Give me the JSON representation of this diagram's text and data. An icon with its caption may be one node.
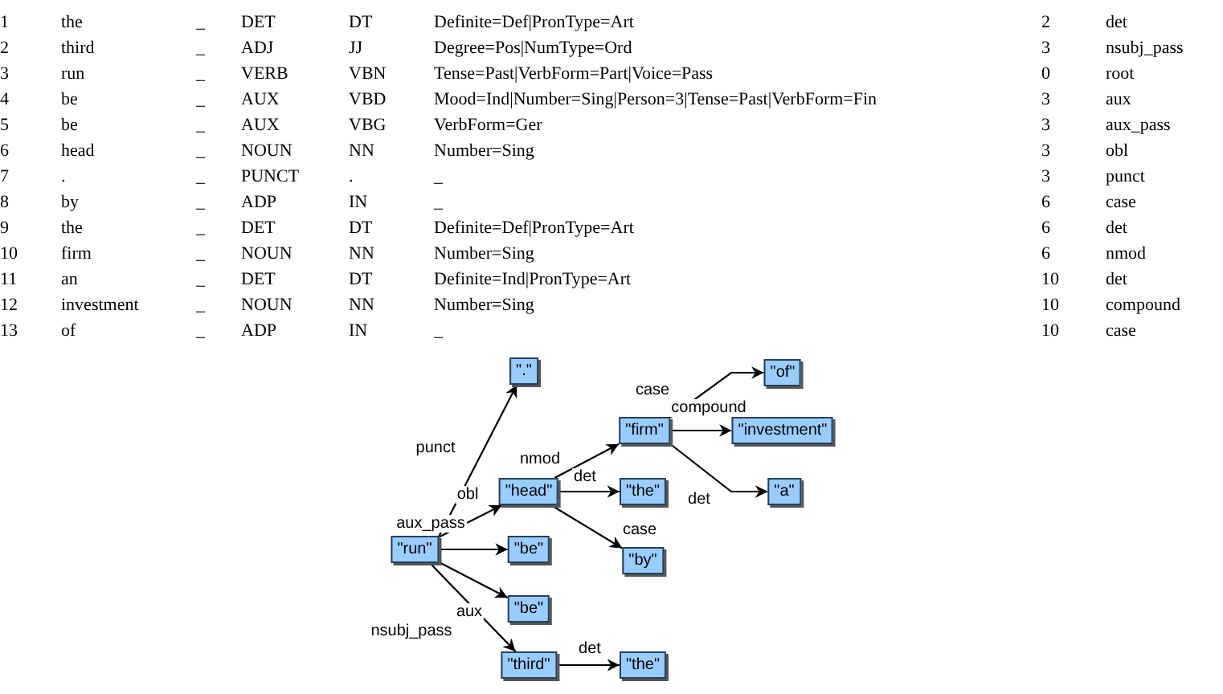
{
  "diagram": {
    "nodes": [
      {
        "text": [
          "\".\""
        ]
      },
      {
        "text": [
          "\"of\""
        ]
      },
      {
        "text": [
          "\"firm\""
        ]
      },
      {
        "text": [
          "\"investment\""
        ]
      },
      {
        "text": [
          "\"head\""
        ]
      },
      {
        "text": [
          "\"the\""
        ]
      },
      {
        "text": [
          "\"a\""
        ]
      },
      {
        "text": [
          "\"run\""
        ]
      },
      {
        "text": [
          "\"be\""
        ]
      },
      {
        "text": [
          "\"by\""
        ]
      },
      {
        "text": [
          "\"be\""
        ]
      },
      {
        "text": [
          "\"third\""
        ]
      },
      {
        "text": [
          "\"the\""
        ]
      }
    ],
    "edges": [
      {
        "from": 7,
        "to": 0,
        "arrow": "to",
        "label": "punct"
      },
      {
        "from": 7,
        "to": 4,
        "arrow": "to",
        "label": "obl"
      },
      {
        "from": 7,
        "to": 8,
        "arrow": "to",
        "label": "aux_pass"
      },
      {
        "from": 7,
        "to": 10,
        "arrow": "to",
        "label": "aux"
      },
      {
        "from": 7,
        "to": 11,
        "arrow": "to",
        "label": "nsubj_pass"
      },
      {
        "from": 4,
        "to": 2,
        "arrow": "to",
        "label": "nmod"
      },
      {
        "from": 4,
        "to": 5,
        "arrow": "to",
        "label": "det"
      },
      {
        "from": 4,
        "to": 9,
        "arrow": "to",
        "label": "case"
      },
      {
        "from": 2,
        "to": 1,
        "arrow": "to",
        "label": "case"
      },
      {
        "from": 2,
        "to": 3,
        "arrow": "to",
        "label": "compound"
      },
      {
        "from": 2,
        "to": 6,
        "arrow": "to",
        "label": "det"
      },
      {
        "from": 11,
        "to": 12,
        "arrow": "to",
        "label": "det"
      }
    ],
    "labels": [
      "1",
      "the",
      "_",
      "DET",
      "DT",
      "Definite=Def|PronType=Art",
      "2",
      "det",
      "2",
      "third",
      "_",
      "ADJ",
      "JJ",
      "Degree=Pos|NumType=Ord",
      "3",
      "nsubj_pass",
      "3",
      "run",
      "_",
      "VERB",
      "VBN",
      "Tense=Past|VerbForm=Part|Voice=Pass",
      "0",
      "root",
      "4",
      "be",
      "_",
      "AUX",
      "VBD",
      "Mood=Ind|Number=Sing|Person=3|Tense=Past|VerbForm=Fin",
      "3",
      "aux",
      "5",
      "be",
      "_",
      "AUX",
      "VBG",
      "VerbForm=Ger",
      "3",
      "aux_pass",
      "6",
      "head",
      "_",
      "NOUN",
      "NN",
      "Number=Sing",
      "3",
      "obl",
      "7",
      ".",
      "_",
      "PUNCT",
      ".",
      "_",
      "3",
      "punct",
      "8",
      "by",
      "_",
      "ADP",
      "IN",
      "_",
      "6",
      "case",
      "9",
      "the",
      "_",
      "DET",
      "DT",
      "Definite=Def|PronType=Art",
      "6",
      "det",
      "10",
      "firm",
      "_",
      "NOUN",
      "NN",
      "Number=Sing",
      "6",
      "nmod",
      "11",
      "an",
      "_",
      "DET",
      "DT",
      "Definite=Ind|PronType=Art",
      "10",
      "det",
      "12",
      "investment",
      "_",
      "NOUN",
      "NN",
      "Number=Sing",
      "10",
      "compound",
      "13",
      "of",
      "_",
      "ADP",
      "IN",
      "_",
      "10",
      "case"
    ]
  }
}
